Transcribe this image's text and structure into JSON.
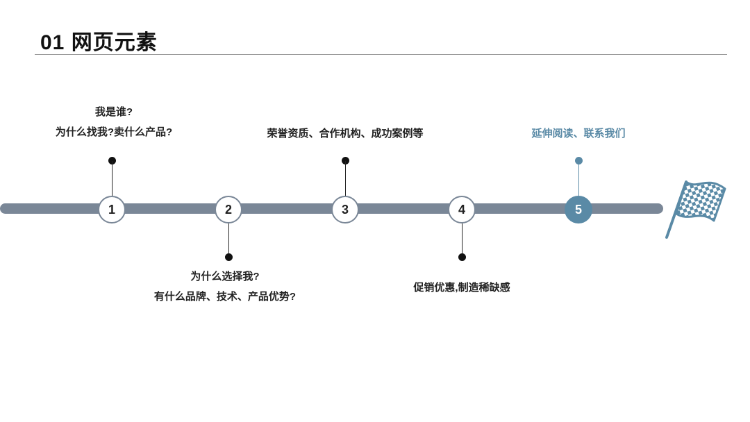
{
  "header": {
    "title": "01 网页元素"
  },
  "timeline": {
    "steps": [
      {
        "number": "1",
        "lines": [
          "我是谁?",
          "为什么找我?卖什么产品?"
        ]
      },
      {
        "number": "2",
        "lines": [
          "为什么选择我?",
          "有什么品牌、技术、产品优势?"
        ]
      },
      {
        "number": "3",
        "lines": [
          "荣誉资质、合作机构、成功案例等"
        ]
      },
      {
        "number": "4",
        "lines": [
          "促销优惠,制造稀缺感"
        ]
      },
      {
        "number": "5",
        "lines": [
          "延伸阅读、联系我们"
        ]
      }
    ]
  },
  "icons": {
    "finish": "checkered-flag-icon"
  },
  "colors": {
    "track": "#7a8797",
    "accent": "#5a8aa6",
    "text": "#222222"
  }
}
